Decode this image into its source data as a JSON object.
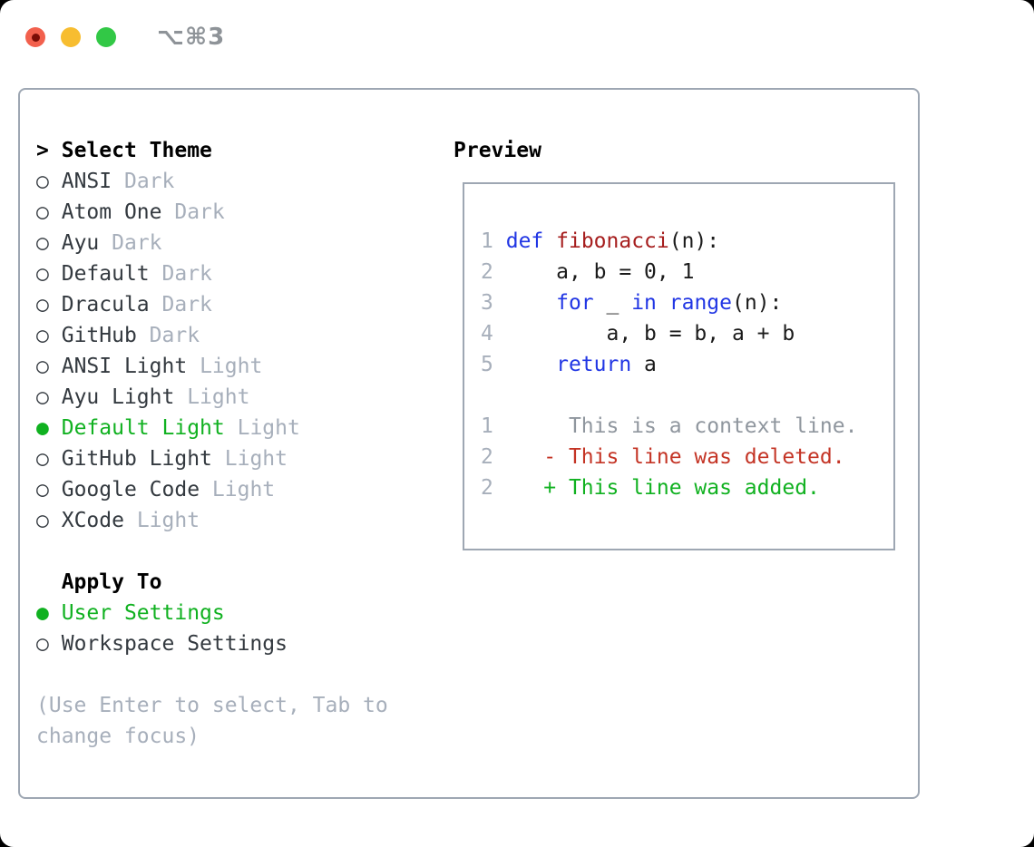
{
  "window": {
    "shortcut": "⌥⌘3",
    "traffic_lights": [
      "close",
      "minimize",
      "zoom"
    ]
  },
  "theme_panel": {
    "title_prefix": ">",
    "title": "Select Theme",
    "themes": [
      {
        "name": "ANSI",
        "tag": "Dark",
        "selected": false
      },
      {
        "name": "Atom One",
        "tag": "Dark",
        "selected": false
      },
      {
        "name": "Ayu",
        "tag": "Dark",
        "selected": false
      },
      {
        "name": "Default",
        "tag": "Dark",
        "selected": false
      },
      {
        "name": "Dracula",
        "tag": "Dark",
        "selected": false
      },
      {
        "name": "GitHub",
        "tag": "Dark",
        "selected": false
      },
      {
        "name": "ANSI Light",
        "tag": "Light",
        "selected": false
      },
      {
        "name": "Ayu Light",
        "tag": "Light",
        "selected": false
      },
      {
        "name": "Default Light",
        "tag": "Light",
        "selected": true
      },
      {
        "name": "GitHub Light",
        "tag": "Light",
        "selected": false
      },
      {
        "name": "Google Code",
        "tag": "Light",
        "selected": false
      },
      {
        "name": "XCode",
        "tag": "Light",
        "selected": false
      }
    ],
    "radio_unselected": "○",
    "radio_selected": "●",
    "apply_to": {
      "title": "Apply To",
      "options": [
        {
          "name": "User Settings",
          "selected": true
        },
        {
          "name": "Workspace Settings",
          "selected": false
        }
      ]
    },
    "hint_lines": [
      "(Use Enter to select, Tab to",
      "change focus)"
    ]
  },
  "preview_panel": {
    "title": "Preview",
    "code_lines": [
      {
        "num": "1",
        "tokens": [
          {
            "text": "def",
            "type": "keyword"
          },
          {
            "text": " ",
            "type": "plain"
          },
          {
            "text": "fibonacci",
            "type": "function"
          },
          {
            "text": "(n):",
            "type": "plain"
          }
        ]
      },
      {
        "num": "2",
        "tokens": [
          {
            "text": "    a, b = 0, 1",
            "type": "plain"
          }
        ]
      },
      {
        "num": "3",
        "tokens": [
          {
            "text": "    ",
            "type": "plain"
          },
          {
            "text": "for",
            "type": "keyword"
          },
          {
            "text": " _ ",
            "type": "plain"
          },
          {
            "text": "in",
            "type": "keyword"
          },
          {
            "text": " ",
            "type": "plain"
          },
          {
            "text": "range",
            "type": "keyword"
          },
          {
            "text": "(n):",
            "type": "plain"
          }
        ]
      },
      {
        "num": "4",
        "tokens": [
          {
            "text": "        a, b = b, a + b",
            "type": "plain"
          }
        ]
      },
      {
        "num": "5",
        "tokens": [
          {
            "text": "    ",
            "type": "plain"
          },
          {
            "text": "return",
            "type": "keyword"
          },
          {
            "text": " a",
            "type": "plain"
          }
        ]
      }
    ],
    "diff_lines": [
      {
        "num": "1",
        "text": "      This is a context line.",
        "type": "context"
      },
      {
        "num": "2",
        "text": "    - This line was deleted.",
        "type": "deleted"
      },
      {
        "num": "2",
        "text": "    + This line was added.",
        "type": "added"
      }
    ]
  },
  "colors": {
    "accent-green": "#10b120",
    "code-blue": "#2136e4",
    "code-red": "#a61e1e",
    "diff-red": "#c43425",
    "item-dark": "#33393f",
    "muted-gray": "#a7afbb",
    "linenum-gray": "#a7afbb",
    "context-gray": "#8f969e",
    "border-gray": "#9ea7b3",
    "shortcut-gray": "#8e9398",
    "light-red": "#f2604d",
    "light-red-dot": "#7a0d06",
    "light-yellow": "#f7bd30",
    "light-green": "#32c846"
  }
}
